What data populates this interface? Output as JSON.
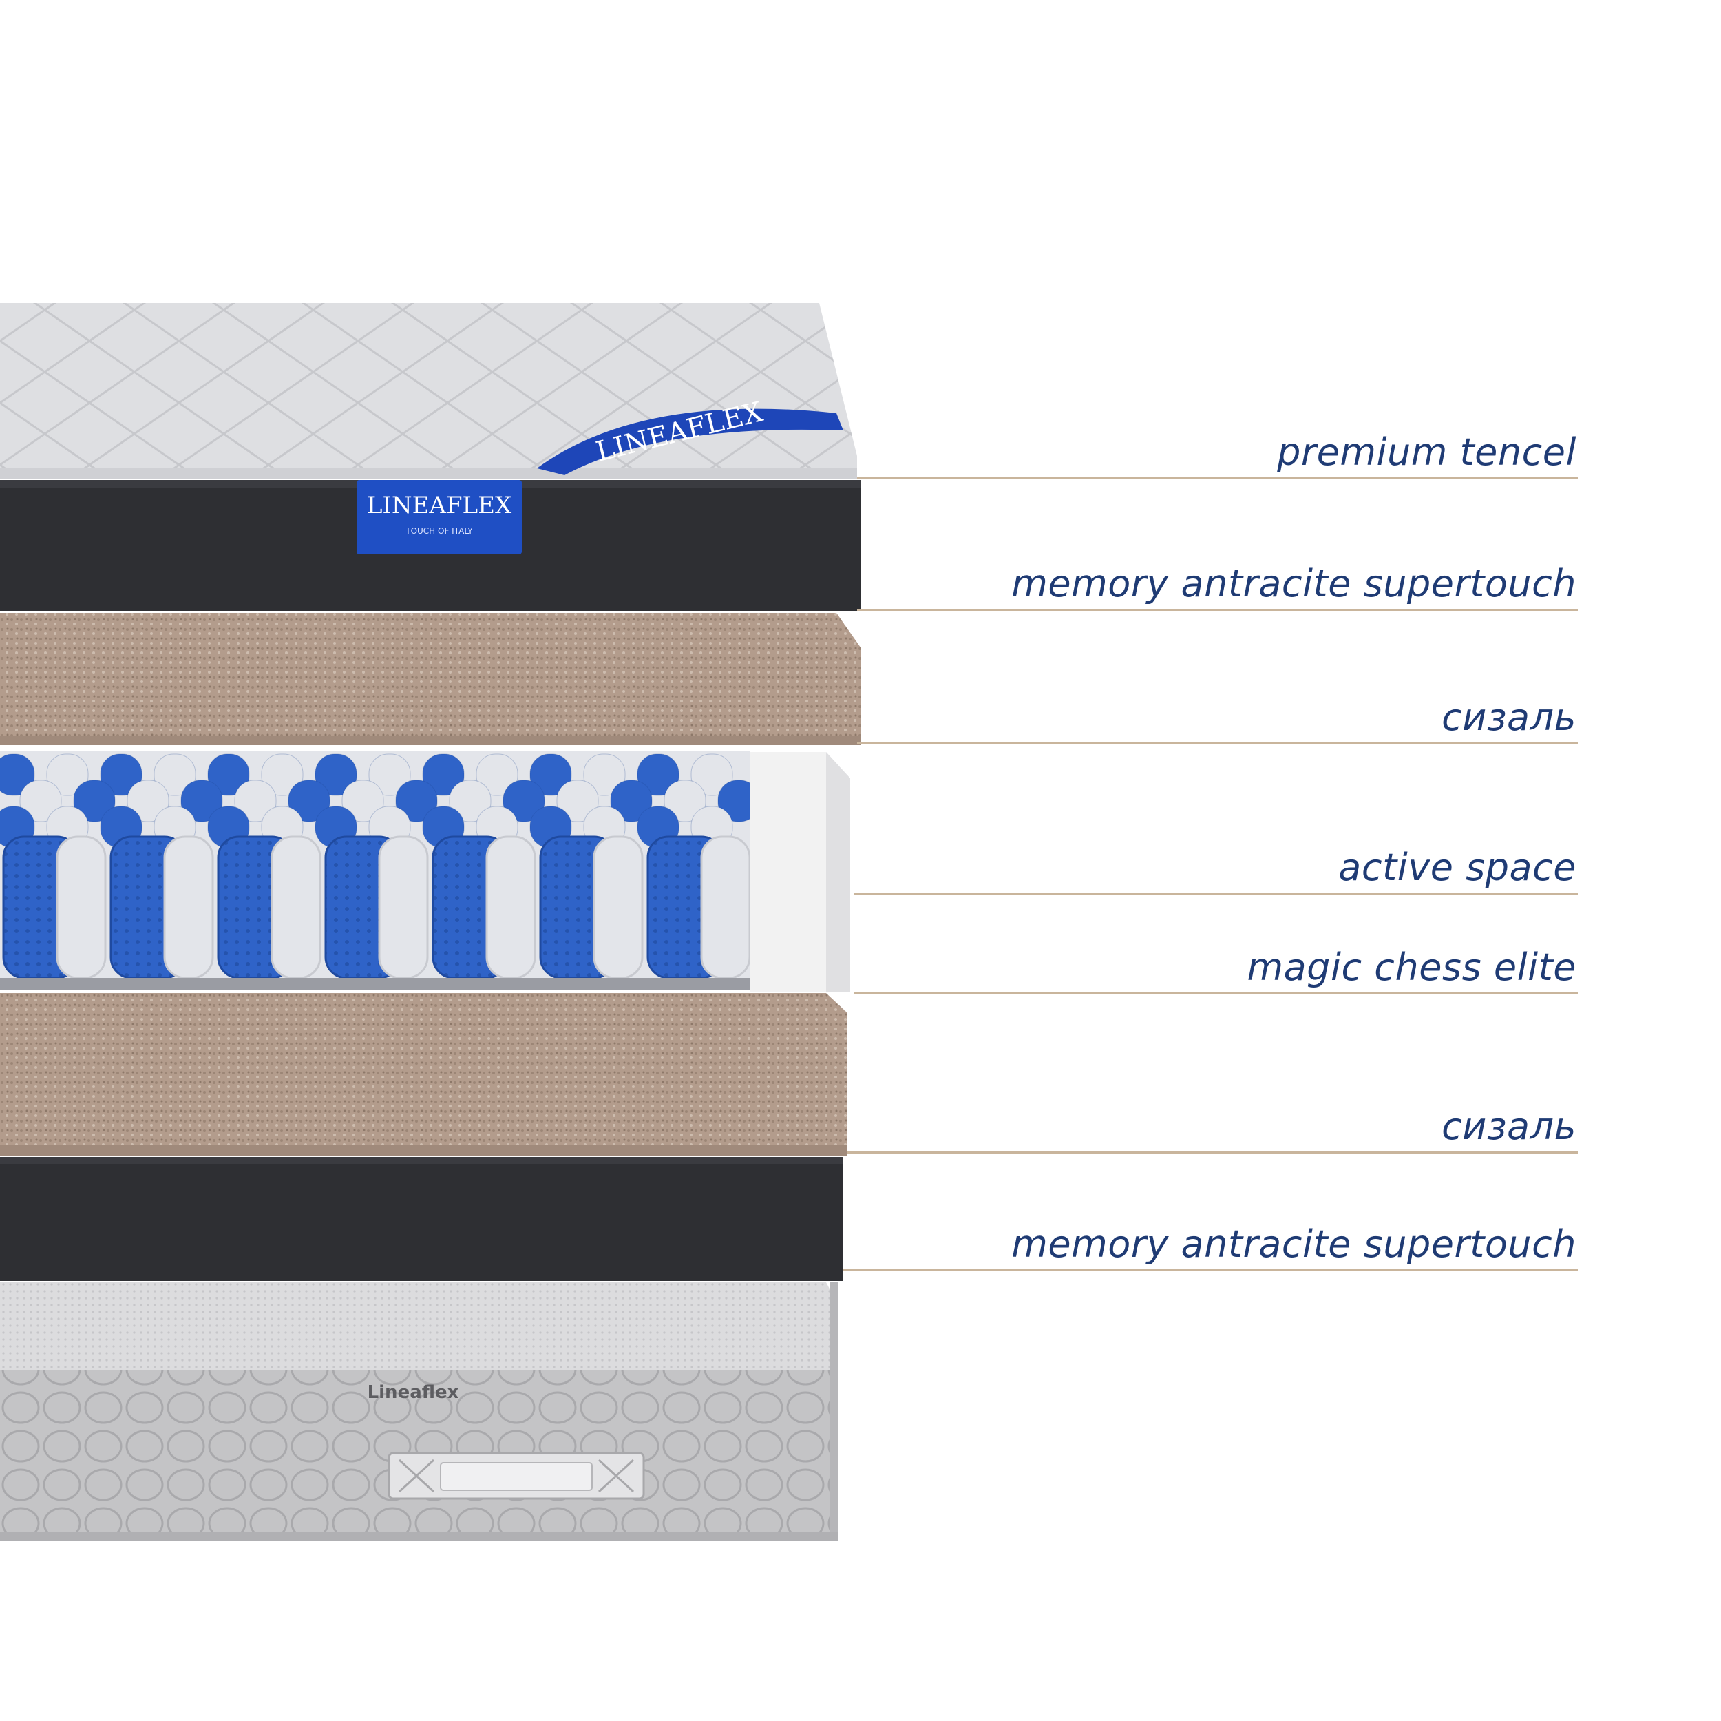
{
  "colors": {
    "label_text": "#1f3b74",
    "leader_line": "#c9b59c",
    "tencel": "#dedfe2",
    "memory_foam": "#2e2f33",
    "sisal": "#b39c8c",
    "spring_blue": "#2f63c8",
    "spring_white": "#e3e5ea",
    "side_foam": "#f2f2f2",
    "cover": "#c4c4c6"
  },
  "brand": {
    "label_main": "LINEAFLEX",
    "label_sub": "TOUCH OF ITALY",
    "side_logo": "Lineaflex"
  },
  "layers": [
    {
      "label": "premium tencel"
    },
    {
      "label": "memory antracite supertouch"
    },
    {
      "label": "сизаль"
    },
    {
      "label": "active space"
    },
    {
      "label": "magic chess elite"
    },
    {
      "label": "сизаль"
    },
    {
      "label": "memory antracite supertouch"
    }
  ]
}
